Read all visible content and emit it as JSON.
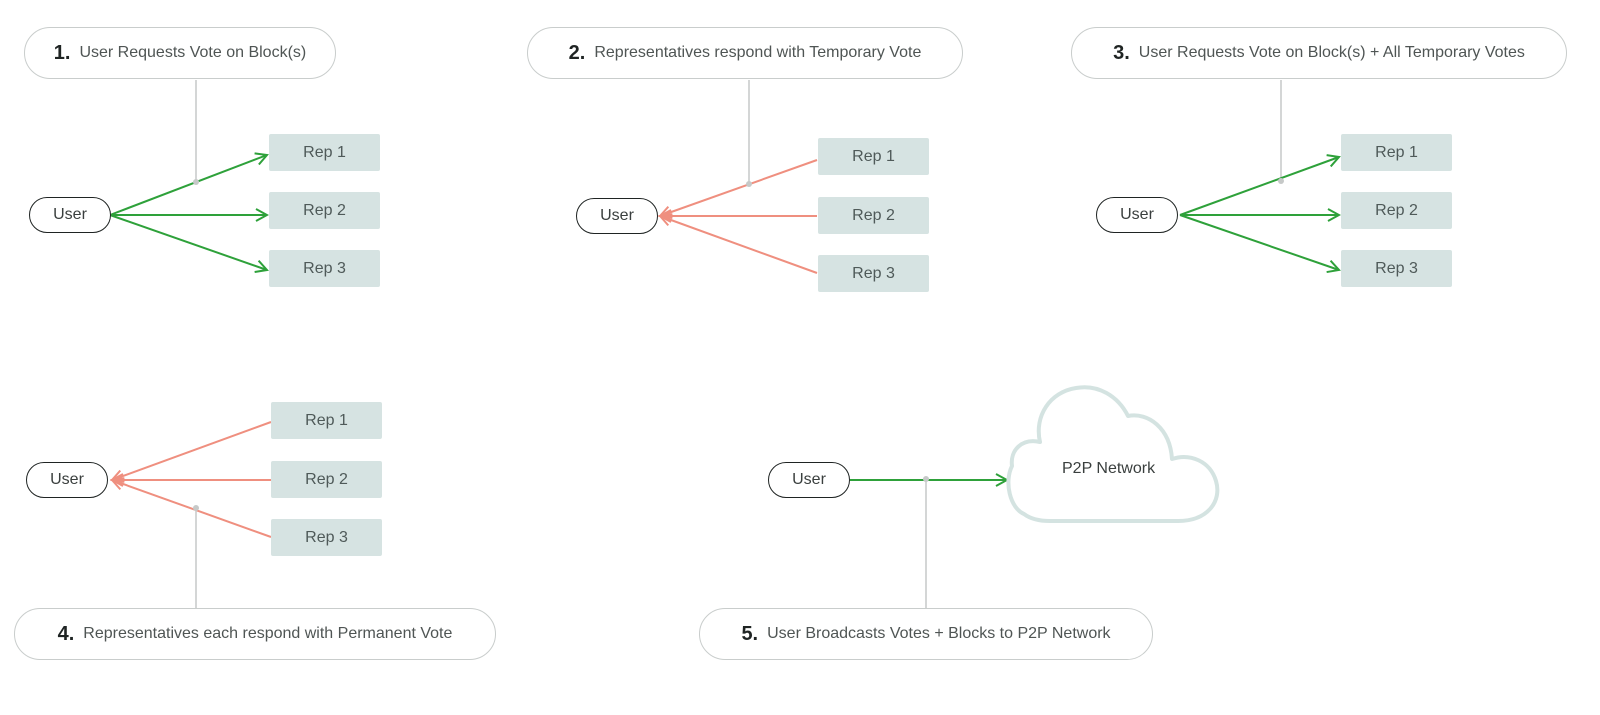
{
  "colors": {
    "request_arrow": "#2ea13a",
    "response_arrow": "#ef8f7f",
    "leader_line": "#c6c9c8",
    "rep_box": "#d6e3e2",
    "cloud_stroke": "#d4e3e1",
    "node_border": "#1f2423"
  },
  "steps": [
    {
      "number": "1.",
      "text": "User Requests Vote on Block(s)"
    },
    {
      "number": "2.",
      "text": "Representatives respond with Temporary Vote"
    },
    {
      "number": "3.",
      "text": "User Requests Vote on Block(s) + All Temporary Votes"
    },
    {
      "number": "4.",
      "text": "Representatives each respond with Permanent Vote"
    },
    {
      "number": "5.",
      "text": "User Broadcasts Votes + Blocks to P2P Network"
    }
  ],
  "user_label": "User",
  "reps": [
    "Rep 1",
    "Rep 2",
    "Rep 3"
  ],
  "network_label": "P2P Network"
}
